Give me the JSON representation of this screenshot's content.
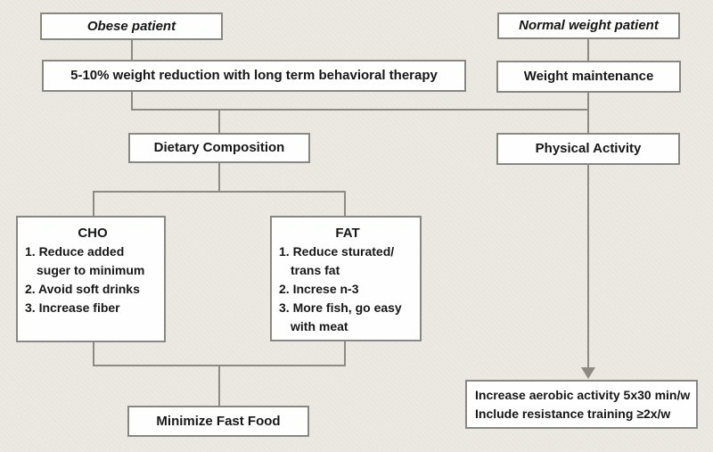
{
  "title": "Weight management flowchart",
  "colors": {
    "background": "#ece9e2",
    "box_fill": "#fefefe",
    "box_border": "#878783",
    "connector_line": "#8d8a84",
    "text": "#171717"
  },
  "nodes": {
    "obese_patient": {
      "label": "Obese patient"
    },
    "normal_weight_patient": {
      "label": "Normal weight patient"
    },
    "weight_reduction": {
      "label": "5-10% weight reduction with long term behavioral therapy"
    },
    "weight_maintenance": {
      "label": "Weight maintenance"
    },
    "dietary_composition": {
      "label": "Dietary Composition"
    },
    "physical_activity": {
      "label": "Physical Activity"
    },
    "cho": {
      "title": "CHO",
      "items": [
        "1. Reduce added suger to minimum",
        "2. Avoid soft drinks",
        "3. Increase fiber"
      ]
    },
    "fat": {
      "title": "FAT",
      "items": [
        "1. Reduce sturated/ trans fat",
        "2. Increse n-3",
        "3. More fish, go easy with meat"
      ]
    },
    "minimize_fast_food": {
      "label": "Minimize Fast Food"
    },
    "aerobic_activity": {
      "lines": [
        "Increase aerobic activity 5x30 min/w",
        "Include resistance training ≥2x/w"
      ]
    }
  },
  "edges": [
    "obese_patient -> weight_reduction",
    "normal_weight_patient -> weight_maintenance",
    "weight_reduction + weight_maintenance -> dietary_composition",
    "weight_maintenance -> physical_activity",
    "dietary_composition -> cho",
    "dietary_composition -> fat",
    "cho + fat -> minimize_fast_food",
    "physical_activity -> aerobic_activity (arrow)"
  ]
}
